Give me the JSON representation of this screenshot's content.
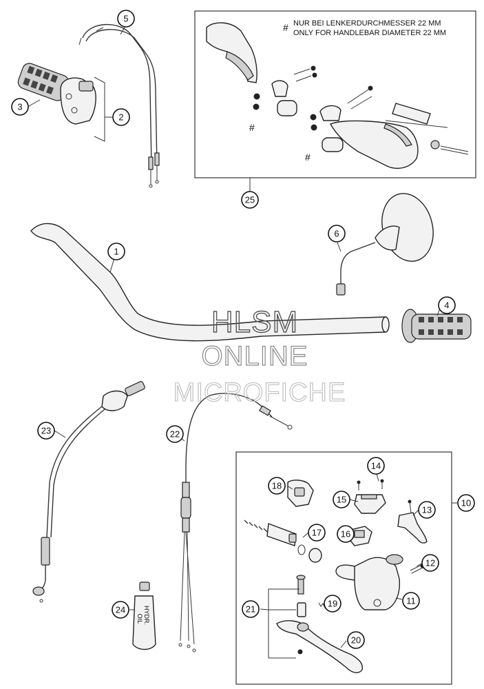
{
  "note": {
    "marker": "#",
    "line1": "NUR BEI LENKERDURCHMESSER 22 MM",
    "line2": "ONLY FOR HANDLEBAR DIAMETER 22 MM"
  },
  "watermark": {
    "line1": "HLSM",
    "line2": "ONLINE",
    "line3": "MICROFICHE"
  },
  "callouts": {
    "c1": "1",
    "c2": "2",
    "c3": "3",
    "c4": "4",
    "c5": "5",
    "c6": "6",
    "c10": "10",
    "c11": "11",
    "c12": "12",
    "c13": "13",
    "c14": "14",
    "c15": "15",
    "c16": "16",
    "c17": "17",
    "c18": "18",
    "c19": "19",
    "c20": "20",
    "c21": "21",
    "c22": "22",
    "c23": "23",
    "c24": "24",
    "c25": "25"
  },
  "markers": {
    "hash": "#"
  },
  "oil_label": {
    "line1": "HYDR.",
    "line2": "OIL"
  }
}
